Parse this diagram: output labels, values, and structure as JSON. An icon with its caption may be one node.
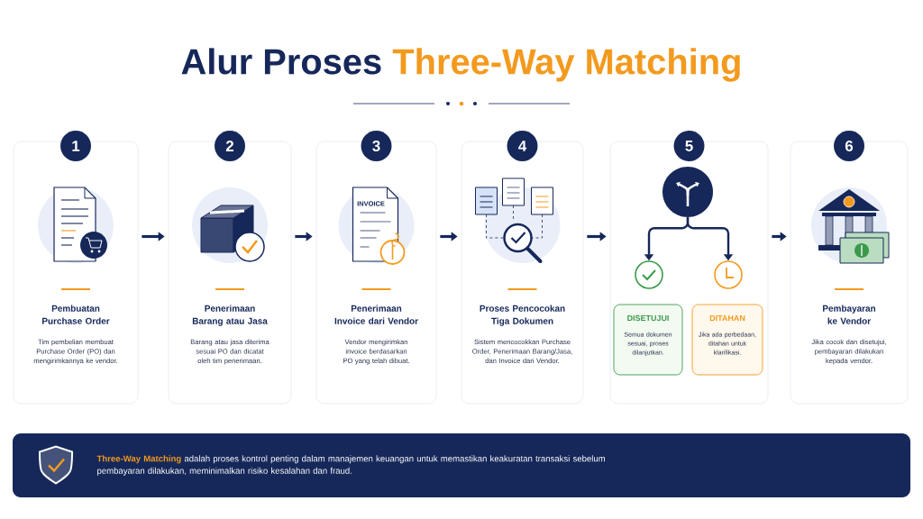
{
  "diagram": {
    "title": "Alur Proses **Three-Way Matching**",
    "nodes": [
      {
        "text": [
          "1",
          "Pembuatan Purchase Order",
          "Tim pembelian membuat Purchase Order (PO) dan mengirimkannya ke vendor."
        ]
      },
      {
        "text": [
          "2",
          "Penerimaan Barang atau Jasa",
          "Barang atau jasa diterima sesuai PO dan dicatat oleh tim penerimaan."
        ]
      },
      {
        "text": [
          "3",
          "Penerimaan Invoice dari Vendor",
          "Vendor mengirimkan invoice berdasarkan PO yang telah dibuat."
        ]
      },
      {
        "text": [
          "4",
          "Proses Pencocokan Tiga Dokumen",
          "Sistem mencocokkan Purchase Order, Penerimaan Barang/Jasa, dan Invoice dari Vendor."
        ]
      },
      {
        "text": [
          "5"
        ]
      },
      {
        "text": [],
        "shape": "circle",
        "in": 4
      },
      {
        "text": [],
        "shape": "circle",
        "in": 4
      },
      {
        "text": [],
        "shape": "circle",
        "in": 4
      },
      {
        "text": [
          "DISETUJUI",
          "Semua dokumen sesuai, proses dilanjutkan."
        ],
        "in": 4
      },
      {
        "text": [
          "DITAHAN",
          "Jika ada perbedaan, ditahan untuk klarifikasi."
        ],
        "in": 4
      },
      {
        "text": [
          "6",
          "Pembayaran ke Vendor",
          "Jika cocok dan disetujui, pembayaran dilakukan kepada vendor."
        ]
      },
      {
        "text": [
          "**Three-Way Matching** adalah proses kontrol penting dalam manajemen keuangan untuk memastikan keakuratan transaksi sebelum pembayaran dilakukan, meminimalkan risiko kesalahan dan fraud."
        ]
      }
    ],
    "edges": [
      {
        "from": 0,
        "to": 1,
        "arrow": "to"
      },
      {
        "from": 1,
        "to": 2,
        "arrow": "to"
      },
      {
        "from": 2,
        "to": 3,
        "arrow": "to"
      },
      {
        "from": 3,
        "to": 4,
        "arrow": "to"
      },
      {
        "from": 4,
        "to": 10,
        "arrow": "to"
      },
      {
        "from": 5,
        "to": 6,
        "arrow": "to"
      },
      {
        "from": 5,
        "to": 7,
        "arrow": "to"
      }
    ],
    "labels": [
      "INVOICE"
    ]
  }
}
